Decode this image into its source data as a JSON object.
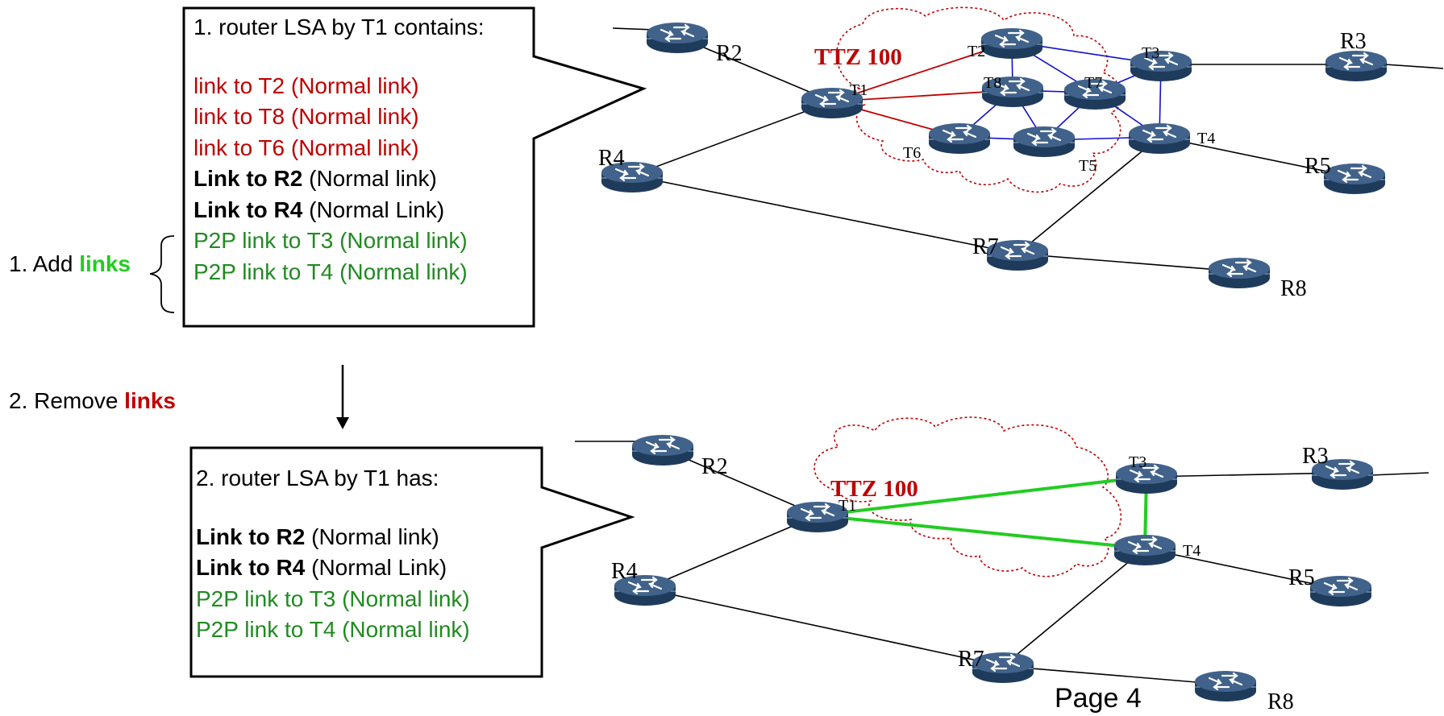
{
  "top_box": {
    "title": "1.  router LSA by T1 contains:",
    "lines": [
      {
        "bold": "",
        "rest": "link to T2 (Normal link)",
        "color": "#c00000"
      },
      {
        "bold": "",
        "rest": "link to T8 (Normal link)",
        "color": "#c00000"
      },
      {
        "bold": "",
        "rest": "link to T6 (Normal link)",
        "color": "#c00000"
      },
      {
        "bold": "Link to R2",
        "rest": " (Normal link)",
        "color": "#000000"
      },
      {
        "bold": "Link to R4",
        "rest": " (Normal Link)",
        "color": "#000000"
      },
      {
        "bold": "",
        "rest": "P2P link to T3 (Normal link)",
        "color": "#218a21"
      },
      {
        "bold": "",
        "rest": "P2P link to T4 (Normal link)",
        "color": "#218a21"
      }
    ]
  },
  "bottom_box": {
    "title": "2.  router LSA by T1 has:",
    "lines": [
      {
        "bold": "Link to R2",
        "rest": " (Normal link)",
        "color": "#000000"
      },
      {
        "bold": "Link to R4",
        "rest": " (Normal Link)",
        "color": "#000000"
      },
      {
        "bold": "",
        "rest": "P2P link to T3 (Normal link)",
        "color": "#218a21"
      },
      {
        "bold": "",
        "rest": "P2P link to T4 (Normal link)",
        "color": "#218a21"
      }
    ]
  },
  "step1": {
    "prefix": "1. Add ",
    "emph": "links",
    "emph_color": "#22cc22"
  },
  "step2": {
    "prefix": "2. Remove ",
    "emph": "links",
    "emph_color": "#c00000"
  },
  "zone_label": "TTZ 100",
  "zone_label_color": "#c00000",
  "page_label": "Page 4",
  "top_diagram": {
    "nodes": [
      "R2",
      "R3",
      "R4",
      "R5",
      "R7",
      "R8",
      "T1",
      "T2",
      "T3",
      "T4",
      "T5",
      "T6",
      "T7",
      "T8"
    ],
    "links": [
      {
        "a": "R2",
        "b": "T1",
        "kind": "normal"
      },
      {
        "a": "R4",
        "b": "T1",
        "kind": "normal"
      },
      {
        "a": "R4",
        "b": "R7",
        "kind": "normal"
      },
      {
        "a": "R7",
        "b": "R8",
        "kind": "normal"
      },
      {
        "a": "R7",
        "b": "T4",
        "kind": "normal"
      },
      {
        "a": "T4",
        "b": "R5",
        "kind": "normal"
      },
      {
        "a": "T3",
        "b": "R3",
        "kind": "normal"
      },
      {
        "a": "T1",
        "b": "T2",
        "kind": "t1-link"
      },
      {
        "a": "T1",
        "b": "T8",
        "kind": "t1-link"
      },
      {
        "a": "T1",
        "b": "T6",
        "kind": "t1-link"
      },
      {
        "a": "T2",
        "b": "T3",
        "kind": "internal"
      },
      {
        "a": "T2",
        "b": "T8",
        "kind": "internal"
      },
      {
        "a": "T2",
        "b": "T7",
        "kind": "internal"
      },
      {
        "a": "T8",
        "b": "T7",
        "kind": "internal"
      },
      {
        "a": "T8",
        "b": "T6",
        "kind": "internal"
      },
      {
        "a": "T8",
        "b": "T5",
        "kind": "internal"
      },
      {
        "a": "T7",
        "b": "T3",
        "kind": "internal"
      },
      {
        "a": "T7",
        "b": "T4",
        "kind": "internal"
      },
      {
        "a": "T7",
        "b": "T5",
        "kind": "internal"
      },
      {
        "a": "T6",
        "b": "T5",
        "kind": "internal"
      },
      {
        "a": "T5",
        "b": "T4",
        "kind": "internal"
      },
      {
        "a": "T3",
        "b": "T4",
        "kind": "internal"
      }
    ]
  },
  "bottom_diagram": {
    "nodes": [
      "R2",
      "R3",
      "R4",
      "R5",
      "R7",
      "R8",
      "T1",
      "T3",
      "T4"
    ],
    "links": [
      {
        "a": "R2",
        "b": "T1",
        "kind": "normal"
      },
      {
        "a": "R4",
        "b": "T1",
        "kind": "normal"
      },
      {
        "a": "R4",
        "b": "R7",
        "kind": "normal"
      },
      {
        "a": "R7",
        "b": "R8",
        "kind": "normal"
      },
      {
        "a": "R7",
        "b": "T4",
        "kind": "normal"
      },
      {
        "a": "T4",
        "b": "R5",
        "kind": "normal"
      },
      {
        "a": "T3",
        "b": "R3",
        "kind": "normal"
      },
      {
        "a": "T1",
        "b": "T3",
        "kind": "p2p"
      },
      {
        "a": "T1",
        "b": "T4",
        "kind": "p2p"
      },
      {
        "a": "T3",
        "b": "T4",
        "kind": "p2p"
      }
    ]
  },
  "colors": {
    "router_top": "#41628a",
    "router_side": "#1f3b5c",
    "normal_link": "#000000",
    "t1_link": "#c00000",
    "internal_link": "#1010c8",
    "p2p_link": "#22cc22",
    "cloud": "#c00000"
  }
}
